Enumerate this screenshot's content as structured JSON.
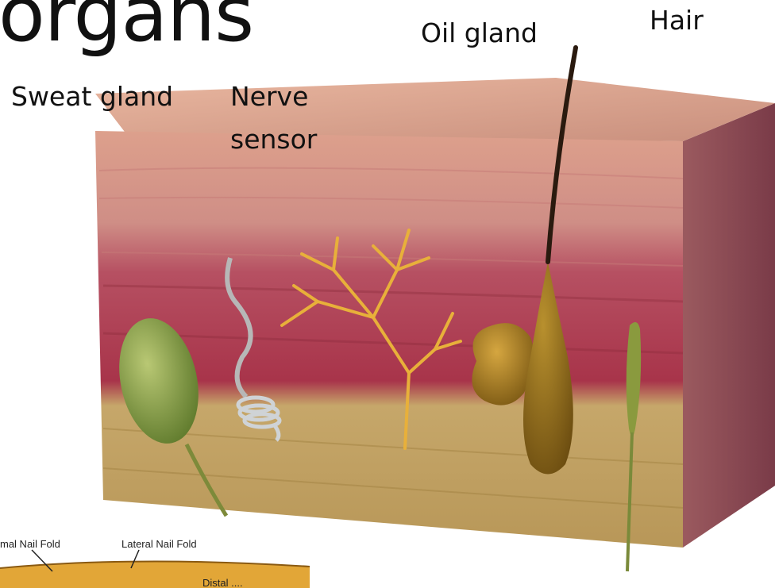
{
  "slide": {
    "title_fragment": "organs",
    "labels": {
      "oil_gland": "Oil gland",
      "hair": "Hair",
      "sweat_gland": "Sweat gland",
      "nerve_sensor_line1": "Nerve",
      "nerve_sensor_line2": "sensor"
    }
  },
  "inset": {
    "labels": {
      "proximal_fold_partial": "mal Nail Fold",
      "lateral_fold": "Lateral Nail Fold",
      "cut_off": "Distal ...."
    }
  },
  "colors": {
    "epidermis": "#d9a58e",
    "dermis": "#b23a4e",
    "hypodermis": "#c9aa6a",
    "side_face": "#8a4b55",
    "sweat_gland": "#8fa44f",
    "nerve": "#e8b03a",
    "hair_follicle": "#8a6a1a"
  }
}
